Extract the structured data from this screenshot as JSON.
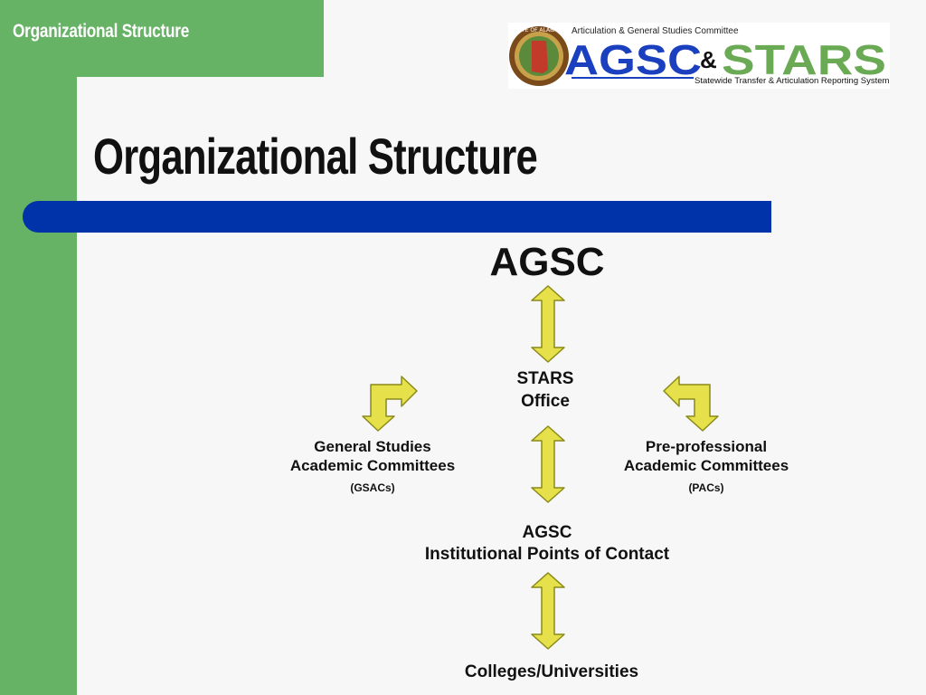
{
  "header": {
    "title": "Organizational Structure"
  },
  "logo": {
    "committee": "Articulation & General Studies Committee",
    "agsc": "AGSC",
    "amp": "&",
    "stars": "STARS",
    "subtitle": "Statewide Transfer & Articulation Reporting System",
    "seal_text": "STATE OF ALABAMA",
    "colors": {
      "blue": "#1a3fbf",
      "green": "#6aaa55"
    }
  },
  "slide": {
    "title": "Organizational Structure"
  },
  "diagram": {
    "top": "AGSC",
    "stars_office": {
      "line1": "STARS",
      "line2": "Office"
    },
    "general_studies": {
      "line1": "General Studies",
      "line2": "Academic Committees",
      "abbr": "(GSACs)"
    },
    "pre_professional": {
      "line1": "Pre-professional",
      "line2": "Academic Committees",
      "abbr": "(PACs)"
    },
    "institutional": {
      "line1": "AGSC",
      "line2": "Institutional Points of Contact"
    },
    "bottom": "Colleges/Universities"
  },
  "colors": {
    "frame_green": "#66b366",
    "bar_blue": "#0033aa",
    "arrow_fill": "#e6e04a",
    "arrow_stroke": "#8a8a1a"
  }
}
